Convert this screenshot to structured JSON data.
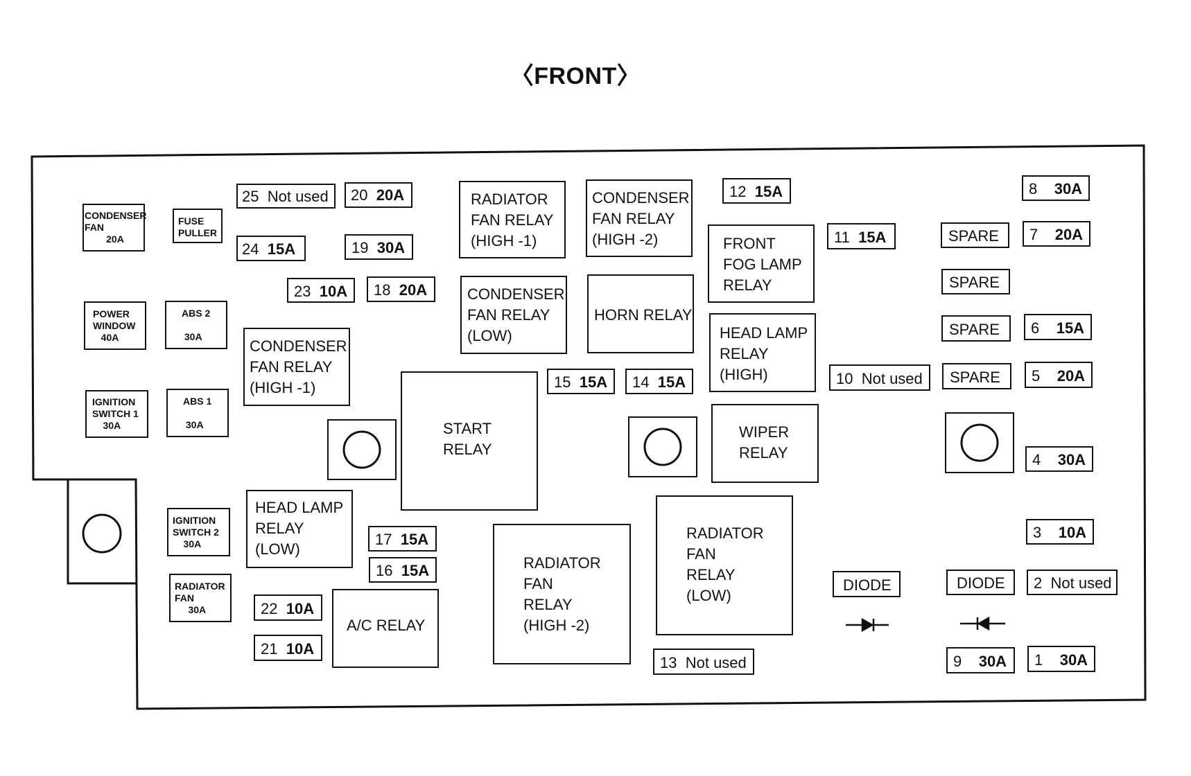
{
  "title": "FRONT",
  "fuses": {
    "f1": {
      "num": "1",
      "rating": "30A"
    },
    "f2": {
      "num": "2",
      "rating": "Not used"
    },
    "f3": {
      "num": "3",
      "rating": "10A"
    },
    "f4": {
      "num": "4",
      "rating": "30A"
    },
    "f5": {
      "num": "5",
      "rating": "20A"
    },
    "f6": {
      "num": "6",
      "rating": "15A"
    },
    "f7": {
      "num": "7",
      "rating": "20A"
    },
    "f8": {
      "num": "8",
      "rating": "30A"
    },
    "f9": {
      "num": "9",
      "rating": "30A"
    },
    "f10": {
      "num": "10",
      "rating": "Not used"
    },
    "f11": {
      "num": "11",
      "rating": "15A"
    },
    "f12": {
      "num": "12",
      "rating": "15A"
    },
    "f13": {
      "num": "13",
      "rating": "Not used"
    },
    "f14": {
      "num": "14",
      "rating": "15A"
    },
    "f15": {
      "num": "15",
      "rating": "15A"
    },
    "f16": {
      "num": "16",
      "rating": "15A"
    },
    "f17": {
      "num": "17",
      "rating": "15A"
    },
    "f18": {
      "num": "18",
      "rating": "20A"
    },
    "f19": {
      "num": "19",
      "rating": "30A"
    },
    "f20": {
      "num": "20",
      "rating": "20A"
    },
    "f21": {
      "num": "21",
      "rating": "10A"
    },
    "f22": {
      "num": "22",
      "rating": "10A"
    },
    "f23": {
      "num": "23",
      "rating": "10A"
    },
    "f24": {
      "num": "24",
      "rating": "15A"
    },
    "f25": {
      "num": "25",
      "rating": "Not used"
    }
  },
  "spares": [
    "SPARE",
    "SPARE",
    "SPARE",
    "SPARE"
  ],
  "relays": {
    "radiator_fan_relay_high1": "RADIATOR\nFAN RELAY\n(HIGH -1)",
    "condenser_fan_relay_high2": "CONDENSER\nFAN RELAY\n(HIGH -2)",
    "condenser_fan_relay_low": "CONDENSER\nFAN RELAY\n(LOW)",
    "horn_relay": "HORN RELAY",
    "front_fog_lamp_relay": "FRONT\nFOG LAMP\nRELAY",
    "head_lamp_relay_high": "HEAD LAMP\nRELAY\n(HIGH)",
    "condenser_fan_relay_high1": "CONDENSER\nFAN RELAY\n(HIGH -1)",
    "start_relay": "START\nRELAY",
    "wiper_relay": "WIPER\nRELAY",
    "head_lamp_relay_low": "HEAD LAMP\nRELAY\n(LOW)",
    "ac_relay": "A/C RELAY",
    "radiator_fan_relay_high2": "RADIATOR\nFAN\nRELAY\n(HIGH -2)",
    "radiator_fan_relay_low": "RADIATOR\nFAN\nRELAY\n(LOW)"
  },
  "small_fuses": {
    "condenser_fan": "CONDENSER\nFAN\n        20A",
    "fuse_puller": "FUSE\nPULLER",
    "power_window": "POWER\nWINDOW\n   40A",
    "abs2": "ABS 2\n\n 30A",
    "ignition_switch1": "IGNITION\nSWITCH 1\n    30A",
    "abs1": "ABS 1\n\n 30A",
    "ignition_switch2": "IGNITION\nSWITCH 2\n    30A",
    "radiator_fan": "RADIATOR\nFAN\n     30A"
  },
  "diodes": [
    "DIODE",
    "DIODE"
  ]
}
